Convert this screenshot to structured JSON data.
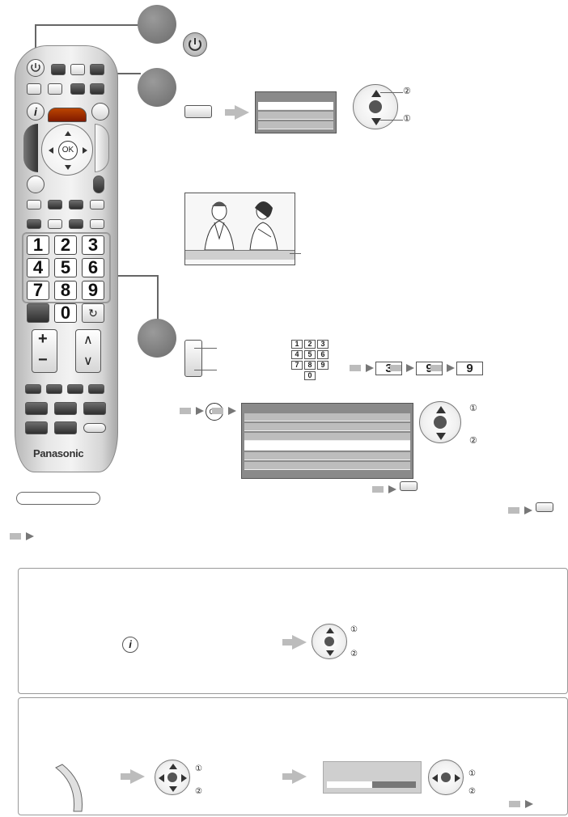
{
  "remote": {
    "brand": "Panasonic",
    "ok_label": "OK",
    "info_glyph": "i",
    "numbers": [
      "1",
      "2",
      "3",
      "4",
      "5",
      "6",
      "7",
      "8",
      "9",
      "0"
    ],
    "plus": "+",
    "minus": "−",
    "up": "∧",
    "down": "∨"
  },
  "step3": {
    "ok_label": "OK",
    "numbers": [
      "3",
      "9",
      "9"
    ],
    "mini_keys": [
      "1",
      "2",
      "3",
      "4",
      "5",
      "6",
      "7",
      "8",
      "9",
      "0"
    ]
  },
  "callouts": {
    "one": "①",
    "two": "②"
  },
  "panel1": {
    "info_glyph": "i"
  },
  "icons": {
    "power": "power-icon",
    "info": "info-icon",
    "ok": "ok-button-icon",
    "arrow": "arrow-right-icon"
  }
}
